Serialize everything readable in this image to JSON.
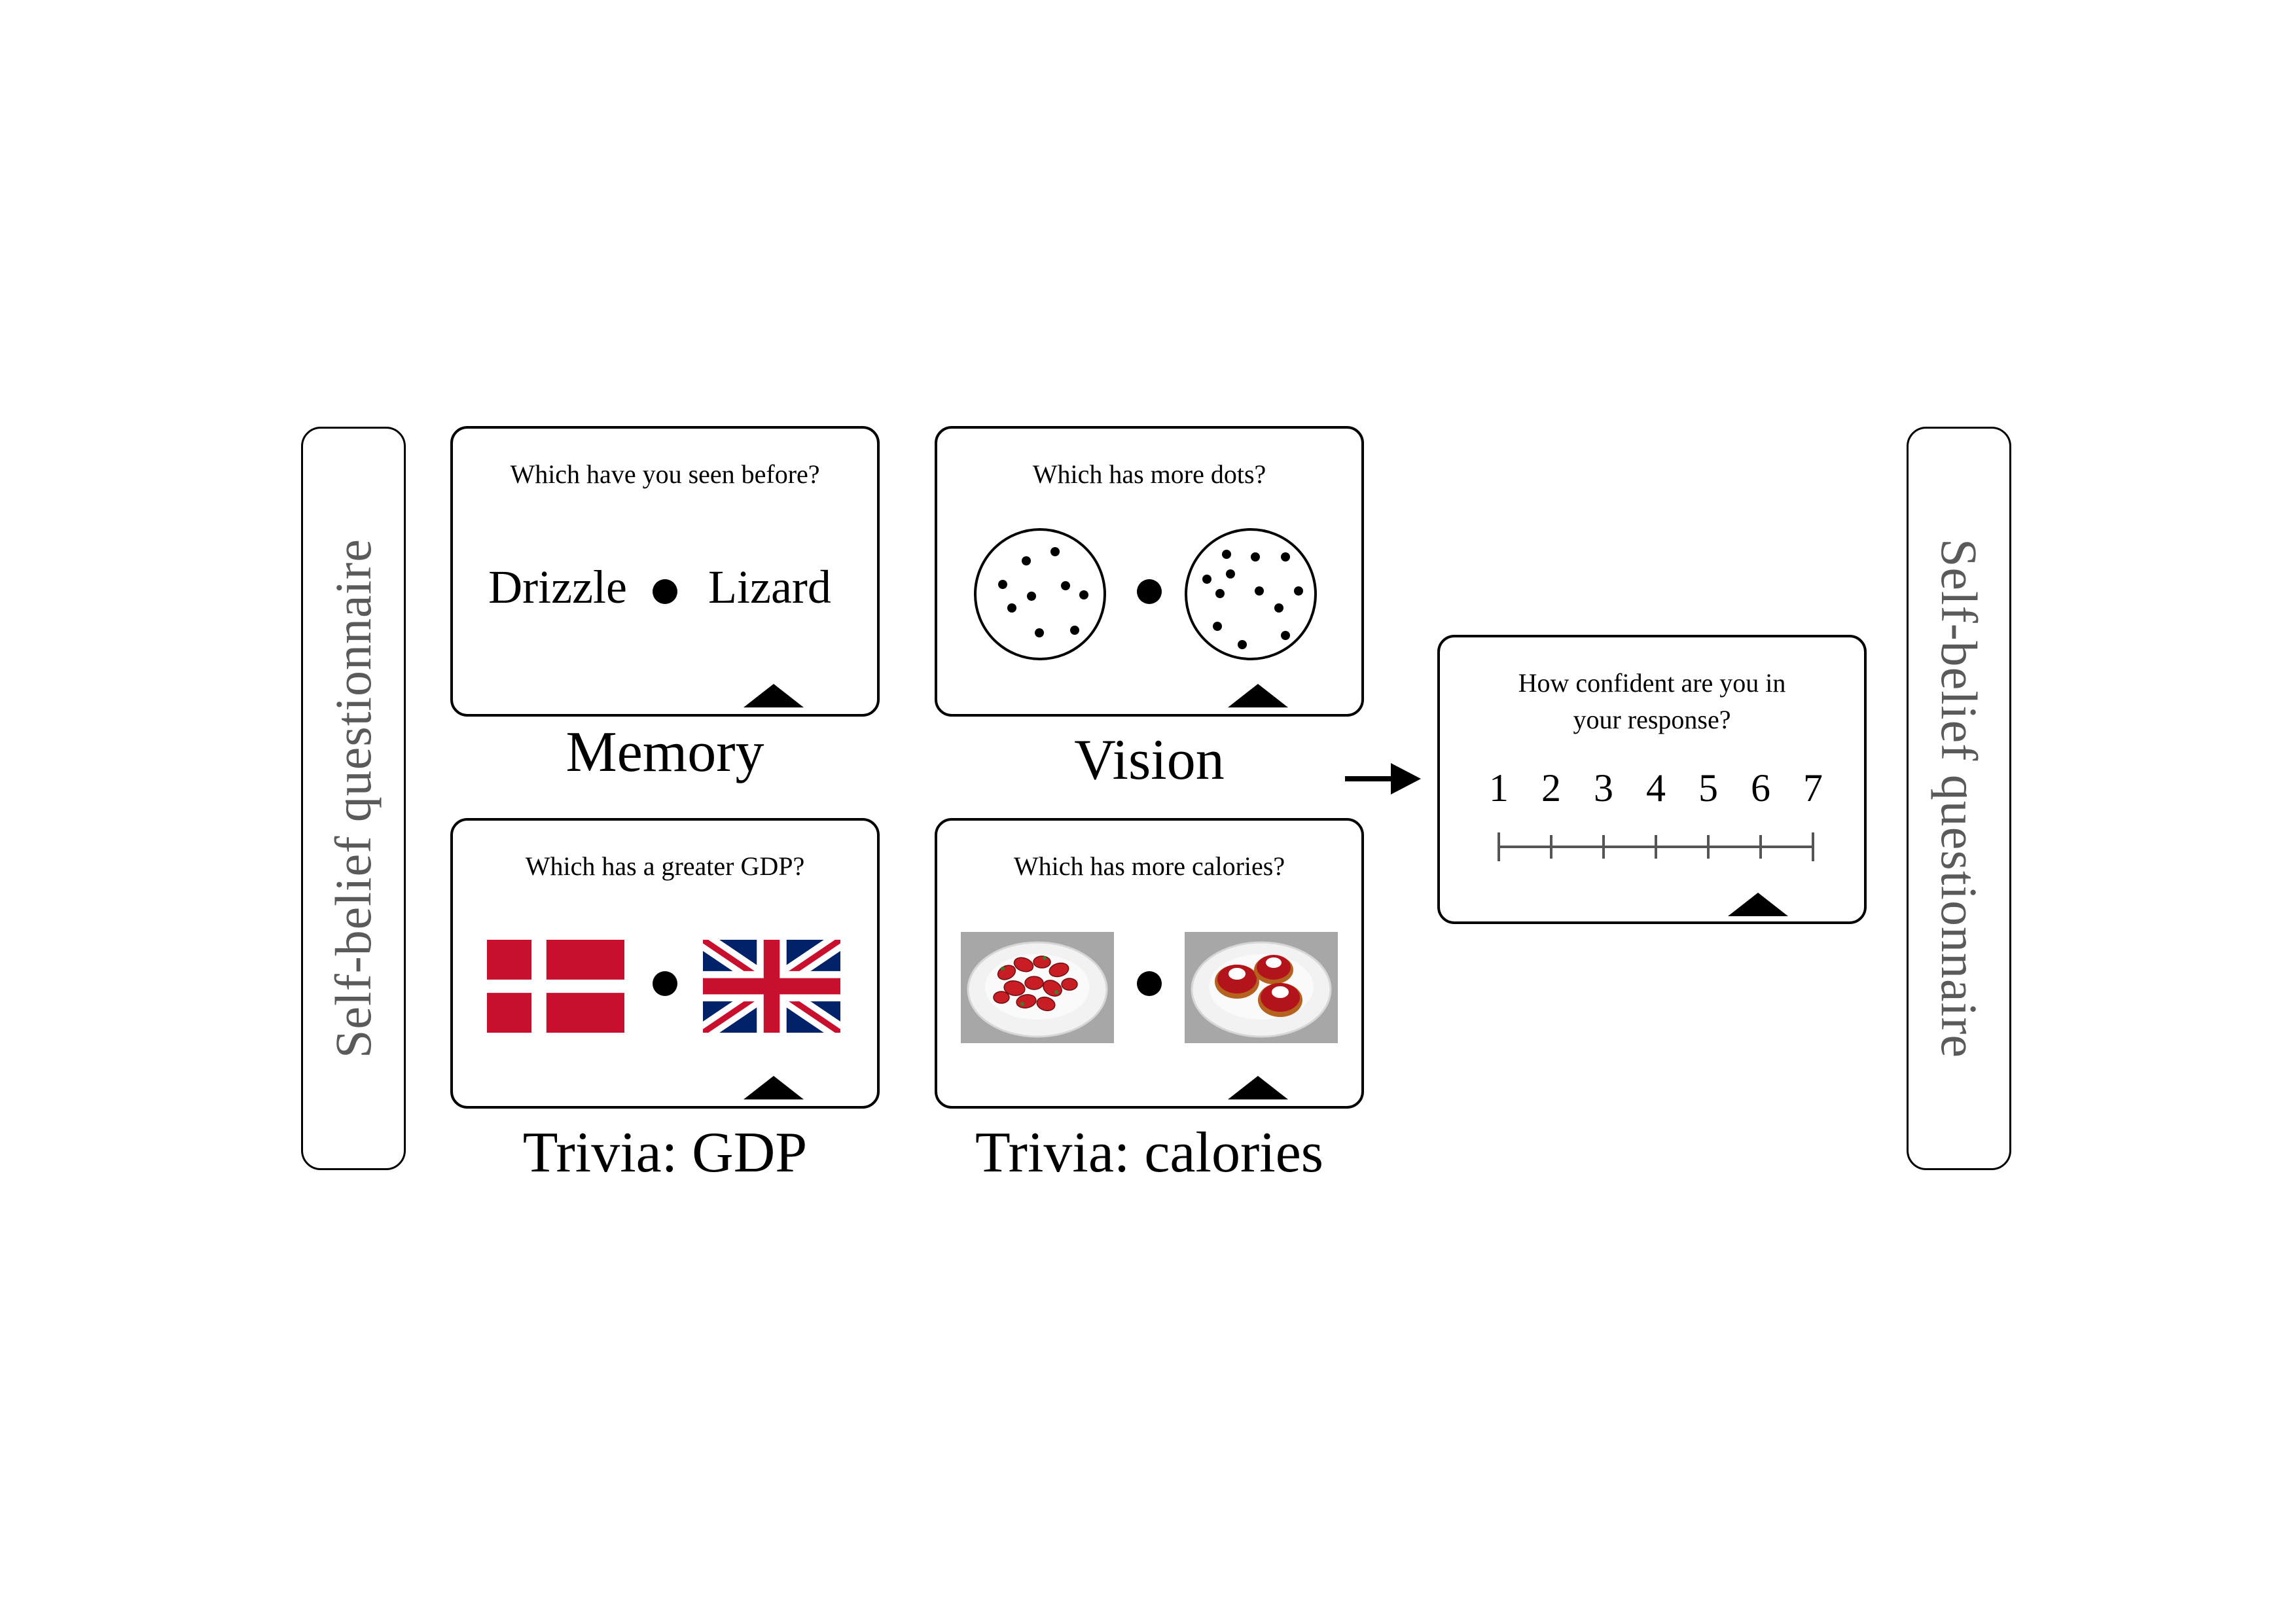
{
  "left_panel": {
    "label": "Self-belief questionnaire"
  },
  "right_panel": {
    "label": "Self-belief questionnaire"
  },
  "memory": {
    "prompt": "Which have you seen before?",
    "left_word": "Drizzle",
    "right_word": "Lizard",
    "caption": "Memory"
  },
  "vision": {
    "prompt": "Which has more dots?",
    "caption": "Vision"
  },
  "gdp": {
    "prompt": "Which has a greater GDP?",
    "left_flag": "denmark-flag",
    "right_flag": "united-kingdom-flag",
    "caption": "Trivia: GDP"
  },
  "calories": {
    "prompt": "Which has more calories?",
    "left_image": "strawberries-plate",
    "right_image": "strawberry-tarts-plate",
    "caption": "Trivia: calories"
  },
  "confidence": {
    "prompt_line1": "How confident are you in",
    "prompt_line2": "your response?",
    "scale": [
      "1",
      "2",
      "3",
      "4",
      "5",
      "6",
      "7"
    ]
  },
  "colors": {
    "flag_red": "#c8102e",
    "flag_blue": "#012169",
    "side_label": "#5a5a5a",
    "scale_line": "#555555",
    "photo_background": "#a7a7a7"
  }
}
